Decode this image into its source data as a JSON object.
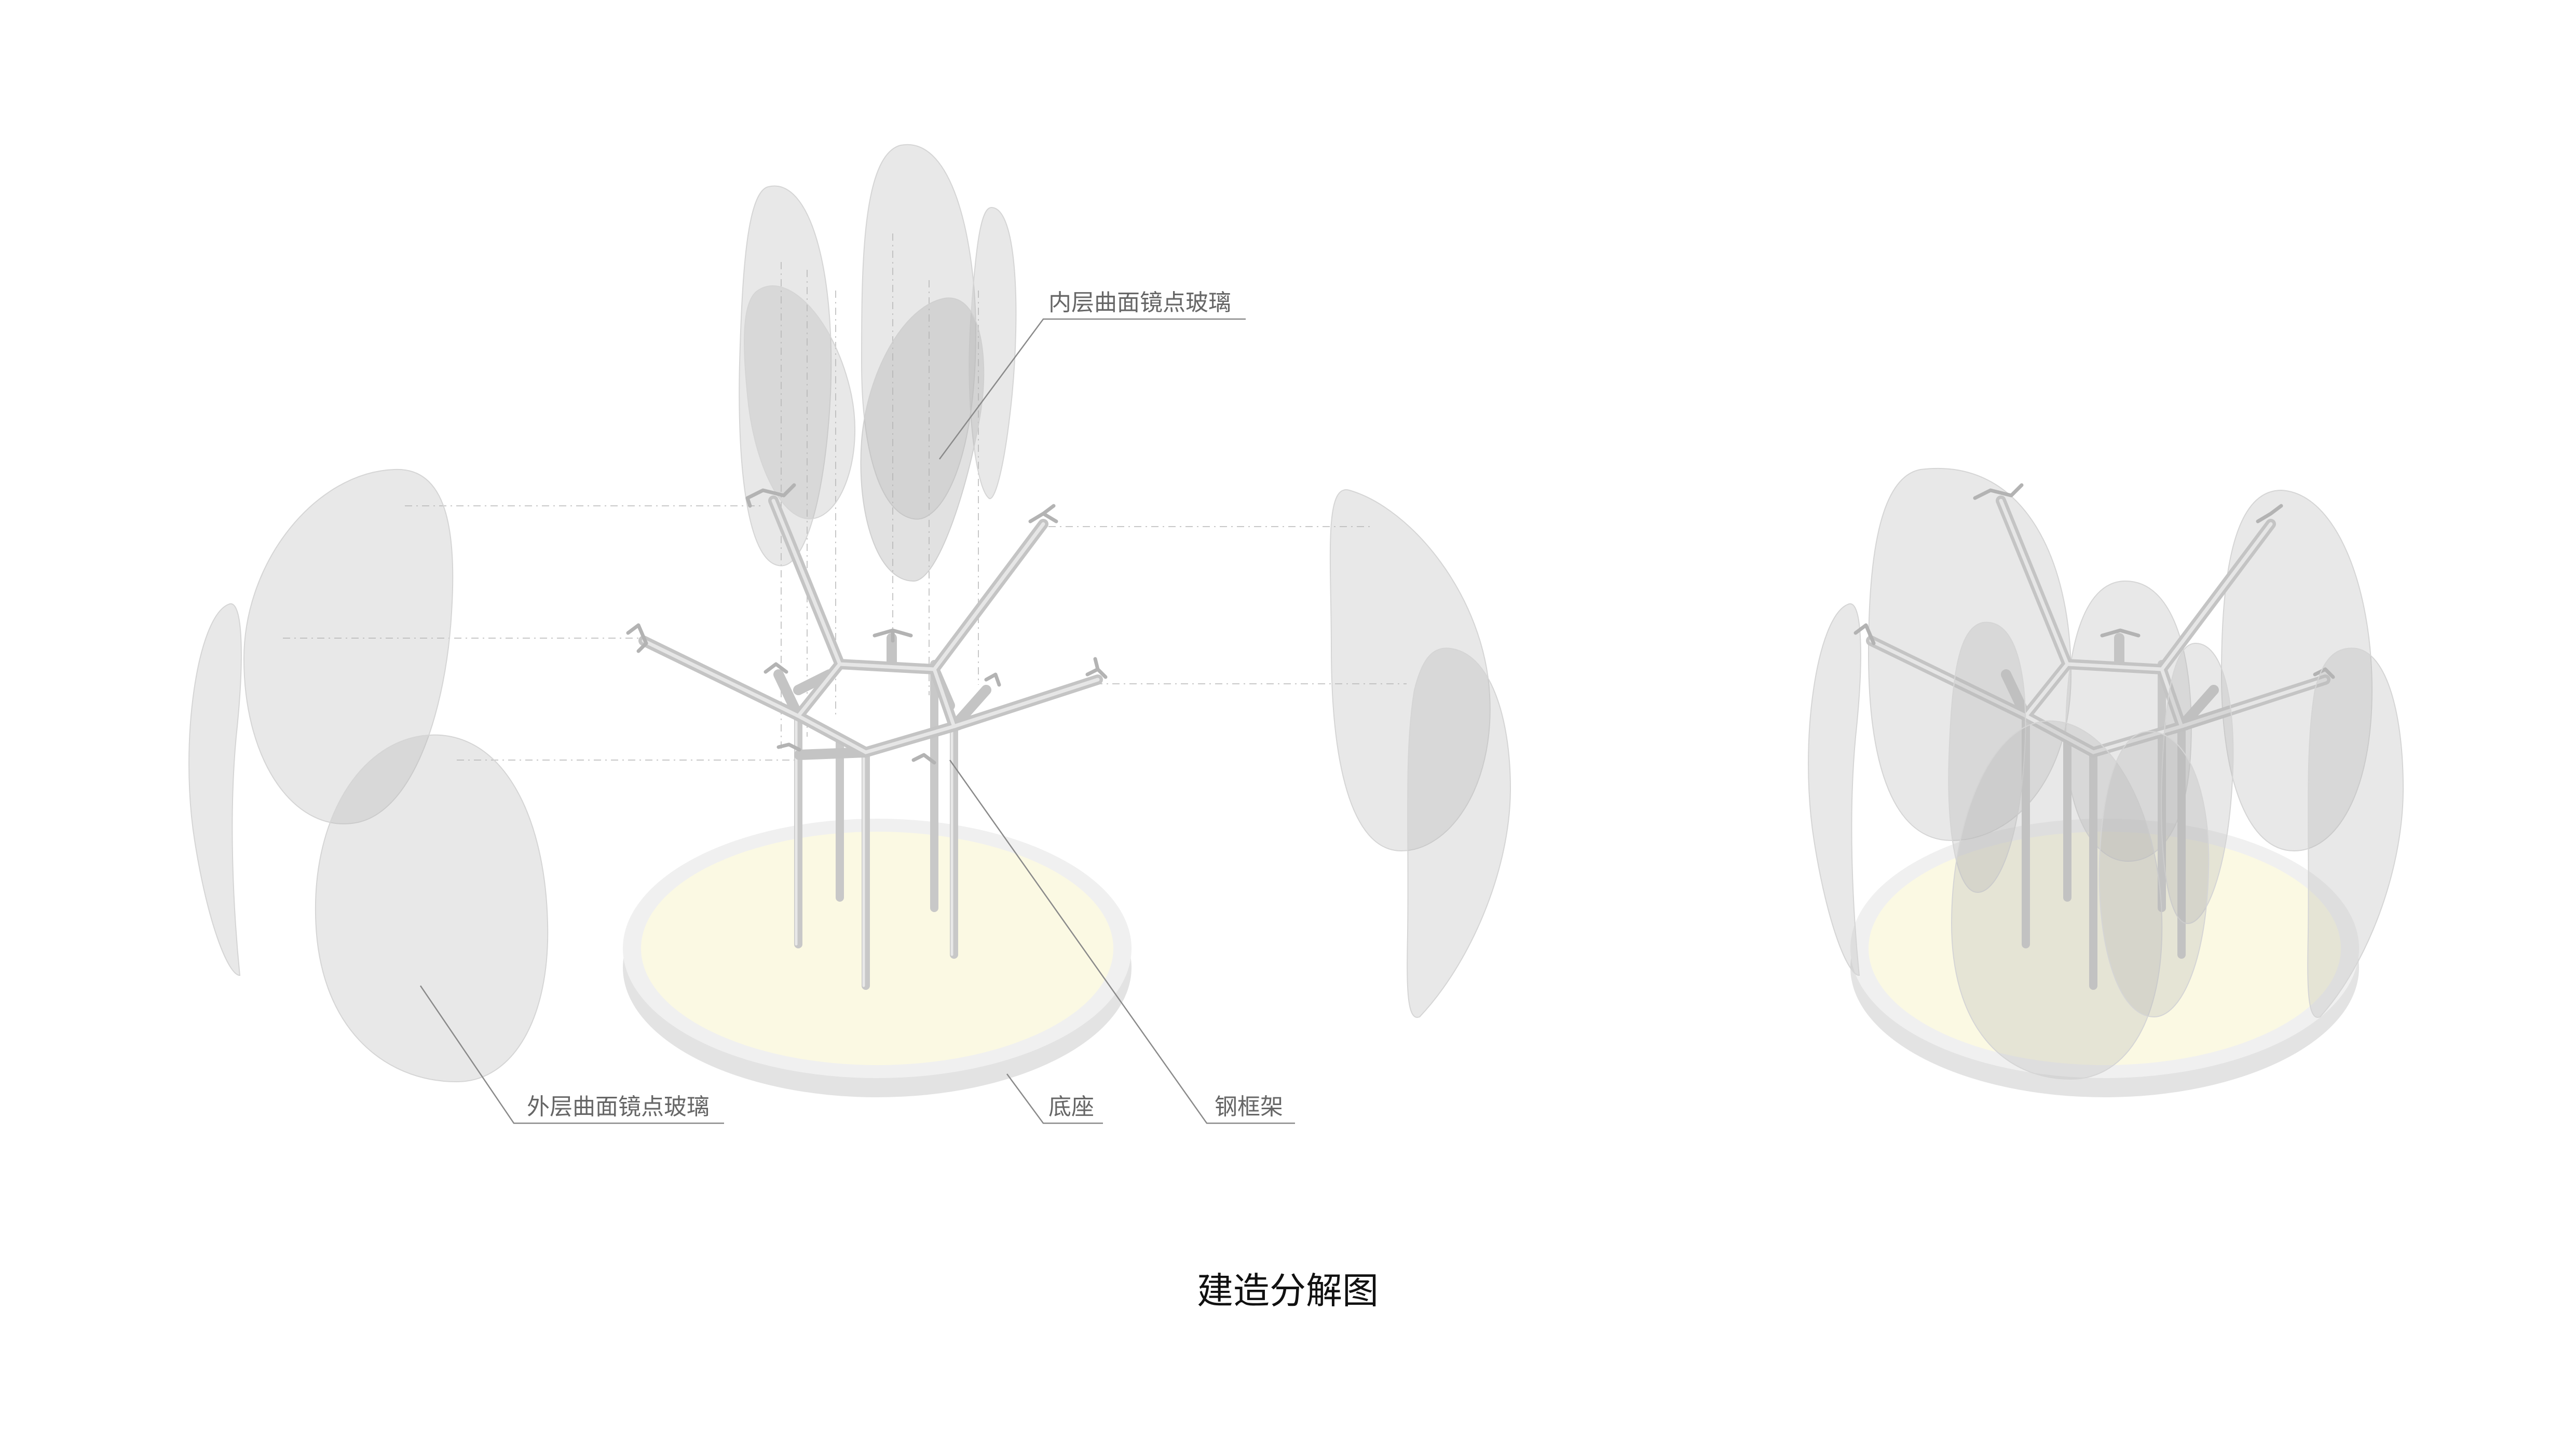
{
  "labels": {
    "inner_glass": "内层曲面镜点玻璃",
    "outer_glass": "外层曲面镜点玻璃",
    "base": "底座",
    "steel_frame": "钢框架"
  },
  "caption": "建造分解图",
  "colors": {
    "base_fill": "#fbf9e3",
    "base_rim": "#e4e4e4",
    "glass": "#b9b9b9",
    "steel": "#c4c4c4",
    "leader": "#8a8a8a",
    "label_text": "#666666",
    "caption_text": "#111111"
  }
}
